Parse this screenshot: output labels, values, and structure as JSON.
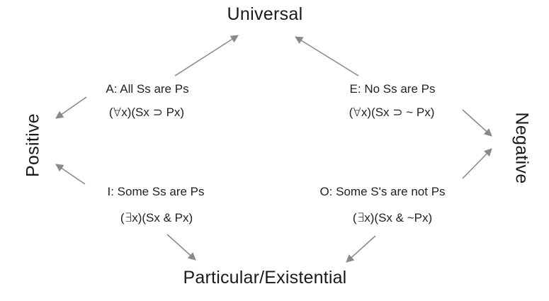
{
  "diagram": {
    "axes": {
      "top": "Universal",
      "bottom": "Particular/Existential",
      "left": "Positive",
      "right": "Negative"
    },
    "propositions": [
      {
        "id": "A",
        "statement": "A: All Ss are Ps",
        "formula": "(∀x)(Sx ⊃ Px)"
      },
      {
        "id": "E",
        "statement": "E: No Ss are Ps",
        "formula": "(∀x)(Sx ⊃ ~ Px)"
      },
      {
        "id": "I",
        "statement": "I: Some Ss are Ps",
        "formula": "(∃x)(Sx & Px)"
      },
      {
        "id": "O",
        "statement": "O: Some S's are not Ps",
        "formula": "(∃x)(Sx & ~Px)"
      }
    ],
    "arrow_color": "#8a8a8a"
  }
}
